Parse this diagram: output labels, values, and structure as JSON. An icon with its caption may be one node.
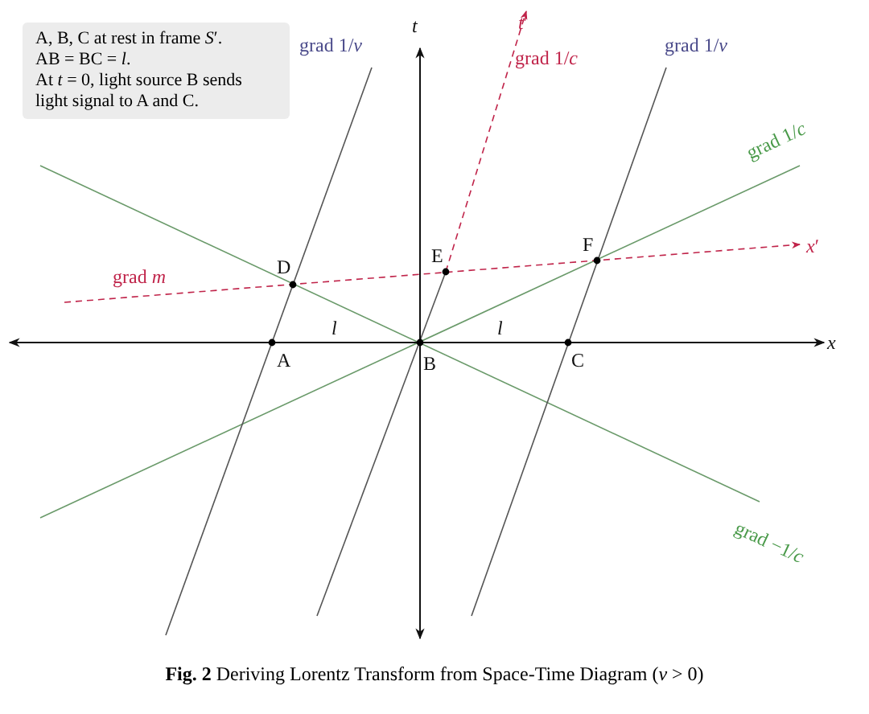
{
  "diagram": {
    "caption": "**Fig. 2** Deriving Lorentz Transform from Space-Time Diagram (*v* > 0)",
    "nodes": [
      {
        "text": [
          "A, B, C at rest in frame *S*′.",
          "AB = BC = *l*.",
          "At *t* = 0, light source B sends light signal to A and C."
        ]
      }
    ],
    "labels": [
      "*t*",
      "*t*′",
      "grad 1/*c*",
      "grad 1/*v*",
      "grad 1/*v*",
      "grad 1/*c*",
      "E",
      "F",
      "D",
      "*x*′",
      "grad *m*",
      "*l*",
      "*l*",
      "*x*",
      "A",
      "B",
      "C",
      "grad −1/*c*"
    ]
  }
}
